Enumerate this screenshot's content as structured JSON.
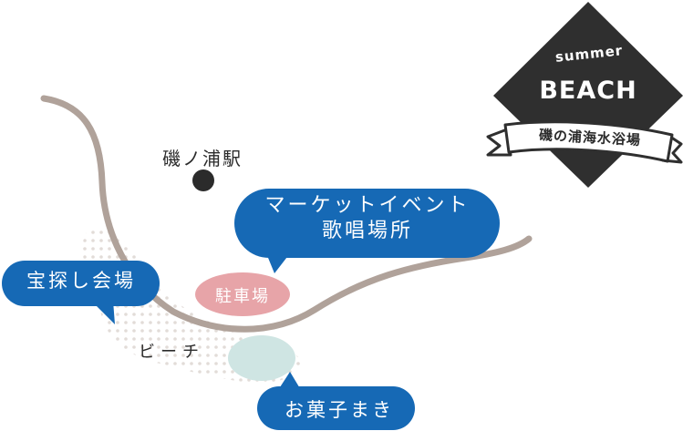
{
  "badge": {
    "top_text": "summer",
    "title": "BEACH",
    "ribbon_text": "磯の浦海水浴場"
  },
  "station": {
    "label": "磯ノ浦駅"
  },
  "market_bubble": {
    "line1": "マーケットイベント",
    "line2": "歌唱場所"
  },
  "treasure_bubble": {
    "label": "宝探し会場"
  },
  "parking": {
    "label": "駐車場"
  },
  "beach": {
    "label": "ビーチ"
  },
  "sweets_bubble": {
    "label": "お菓子まき"
  },
  "colors": {
    "road": "#b0a29a",
    "bubble": "#1669b5",
    "parking": "#e7a4a8",
    "sweets_area": "#cfe5e3",
    "dots": "#e2dcd8",
    "badge": "#2f2f2f",
    "station_dot": "#2b2b2b"
  }
}
